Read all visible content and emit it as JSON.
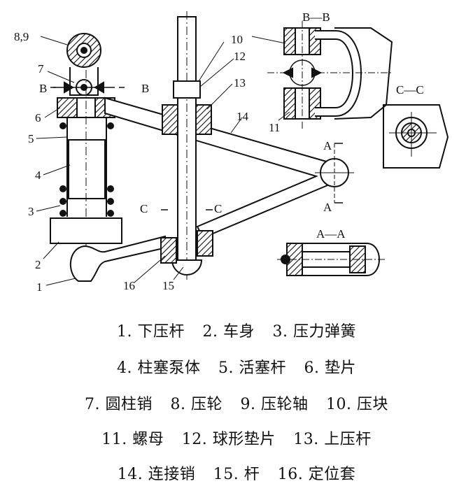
{
  "diagram": {
    "part_numbers": [
      "1",
      "2",
      "3",
      "4",
      "5",
      "6",
      "7",
      "8,9",
      "10",
      "11",
      "12",
      "13",
      "14",
      "15",
      "16"
    ],
    "section_marks": {
      "b_left": "B",
      "b_right": "B",
      "c_left": "C",
      "c_right": "C",
      "a_top": "A",
      "a_bottom": "A"
    },
    "section_titles": {
      "bb": "B—B",
      "cc": "C—C",
      "aa": "A—A"
    }
  },
  "legend": {
    "rows": [
      [
        "1. 下压杆",
        "2. 车身",
        "3. 压力弹簧"
      ],
      [
        "4. 柱塞泵体",
        "5. 活塞杆",
        "6. 垫片"
      ],
      [
        "7. 圆柱销",
        "8. 压轮",
        "9. 压轮轴",
        "10. 压块"
      ],
      [
        "11. 螺母",
        "12. 球形垫片",
        "13. 上压杆"
      ],
      [
        "14. 连接销",
        "15. 杆",
        "16. 定位套"
      ]
    ]
  }
}
